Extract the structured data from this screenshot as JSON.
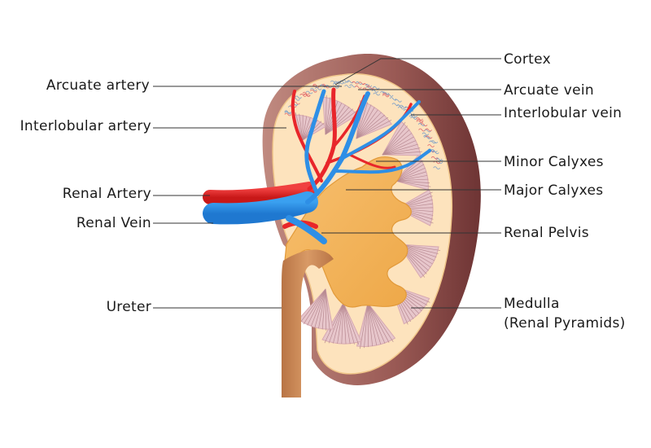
{
  "labels": {
    "cortex": "Cortex",
    "arcuate_artery": "Arcuate artery",
    "arcuate_vein": "Arcuate vein",
    "interlobular_artery": "Interlobular artery",
    "interlobular_vein": "Interlobular vein",
    "minor_calyxes": "Minor Calyxes",
    "major_calyxes": "Major Calyxes",
    "renal_artery": "Renal Artery",
    "renal_vein": "Renal Vein",
    "renal_pelvis": "Renal Pelvis",
    "ureter": "Ureter",
    "medulla": "Medulla",
    "medulla_sub": "(Renal Pyramids)"
  },
  "colors": {
    "capsule": "#a0605a",
    "cortex": "#fde3bd",
    "pelvis": "#f5b45a",
    "ureter": "#cc8a5a",
    "pyramid": "#e7c6cb",
    "pyramid_stripe": "#b88a92",
    "artery": "#e8262a",
    "vein": "#2e8fe6",
    "plexus": "#7da0c8"
  }
}
